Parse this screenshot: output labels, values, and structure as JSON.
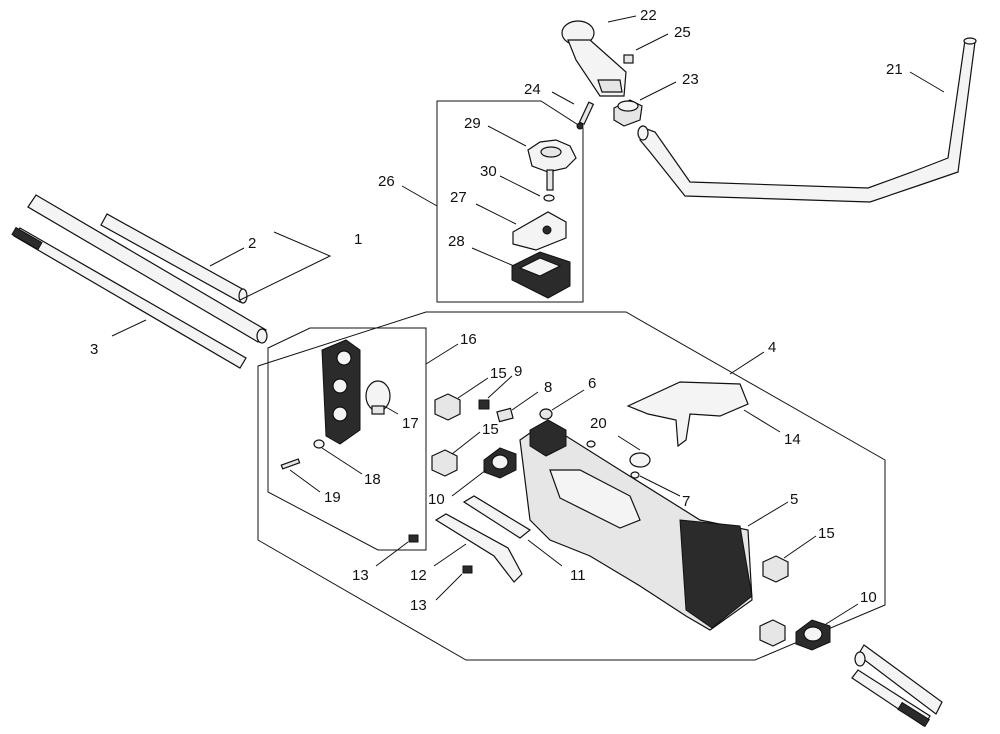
{
  "callouts": {
    "c1": "1",
    "c2": "2",
    "c3": "3",
    "c4": "4",
    "c5": "5",
    "c6": "6",
    "c7": "7",
    "c8": "8",
    "c9": "9",
    "c10a": "10",
    "c10b": "10",
    "c11": "11",
    "c12": "12",
    "c13a": "13",
    "c13b": "13",
    "c14": "14",
    "c15a": "15",
    "c15b": "15",
    "c15c": "15",
    "c16": "16",
    "c17": "17",
    "c18": "18",
    "c19": "19",
    "c20": "20",
    "c21": "21",
    "c22": "22",
    "c23": "23",
    "c24": "24",
    "c25": "25",
    "c26": "26",
    "c27": "27",
    "c28": "28",
    "c29": "29",
    "c30": "30"
  }
}
